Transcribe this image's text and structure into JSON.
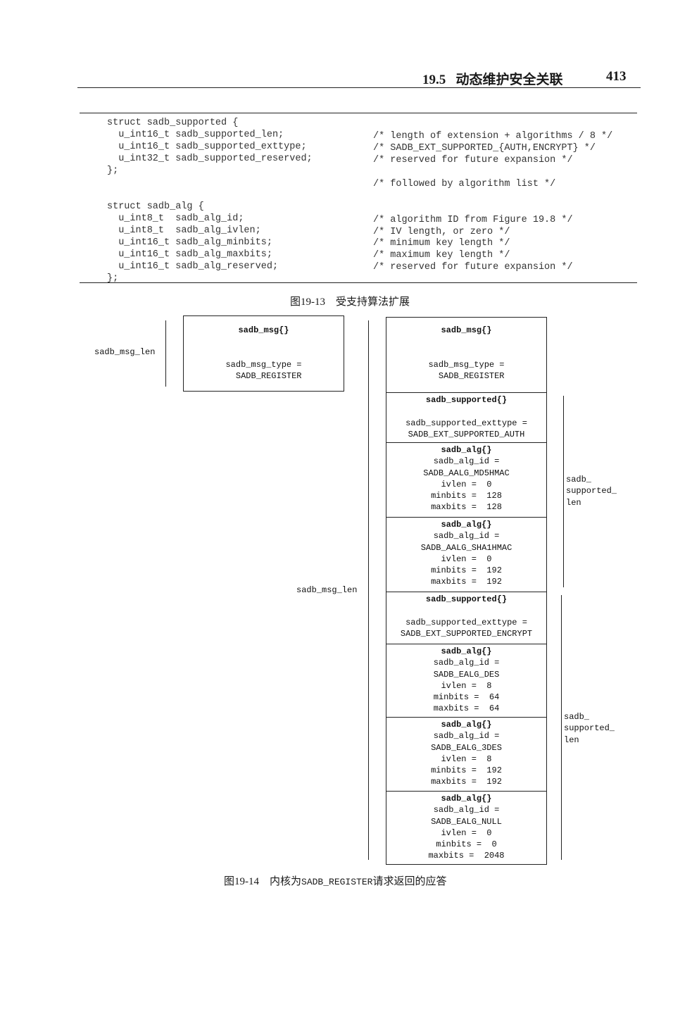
{
  "header": {
    "section": "19.5",
    "title": "动态维护安全关联",
    "page_number": "413"
  },
  "code": {
    "left": [
      "struct sadb_supported {",
      "  u_int16_t sadb_supported_len;",
      "  u_int16_t sadb_supported_exttype;",
      "  u_int32_t sadb_supported_reserved;",
      "};",
      "",
      "",
      "struct sadb_alg {",
      "  u_int8_t  sadb_alg_id;",
      "  u_int8_t  sadb_alg_ivlen;",
      "  u_int16_t sadb_alg_minbits;",
      "  u_int16_t sadb_alg_maxbits;",
      "  u_int16_t sadb_alg_reserved;",
      "};"
    ],
    "comments": [
      "",
      "/* length of extension + algorithms / 8 */",
      "/* SADB_EXT_SUPPORTED_{AUTH,ENCRYPT} */",
      "/* reserved for future expansion */",
      "",
      "/* followed by algorithm list */",
      "",
      "",
      "/* algorithm ID from Figure 19.8 */",
      "/* IV length, or zero */",
      "/* minimum key length */",
      "/* maximum key length */",
      "/* reserved for future expansion */",
      ""
    ]
  },
  "figure13_caption": {
    "number": "图19-13",
    "text": "受支持算法扩展"
  },
  "figure14": {
    "left_label": "sadb_msg_len",
    "left_box": {
      "title": "sadb_msg{}",
      "lines": [
        "",
        "",
        "sadb_msg_type =",
        "  SADB_REGISTER"
      ]
    },
    "right_label": "sadb_msg_len",
    "right_sections": [
      {
        "title": "sadb_msg{}",
        "lines": [
          "",
          "",
          "sadb_msg_type =",
          "  SADB_REGISTER"
        ]
      },
      {
        "title": "sadb_supported{}",
        "lines": [
          "",
          "sadb_supported_exttype =",
          "SADB_EXT_SUPPORTED_AUTH"
        ]
      },
      {
        "title": "sadb_alg{}",
        "lines": [
          "sadb_alg_id =",
          "SADB_AALG_MD5HMAC",
          "ivlen =  0",
          "minbits =  128",
          "maxbits =  128"
        ]
      },
      {
        "title": "sadb_alg{}",
        "lines": [
          "sadb_alg_id =",
          "SADB_AALG_SHA1HMAC",
          "ivlen =  0",
          "minbits =  192",
          "maxbits =  192"
        ]
      },
      {
        "title": "sadb_supported{}",
        "lines": [
          "",
          "sadb_supported_exttype =",
          "SADB_EXT_SUPPORTED_ENCRYPT"
        ]
      },
      {
        "title": "sadb_alg{}",
        "lines": [
          "sadb_alg_id =",
          "SADB_EALG_DES",
          "ivlen =  8",
          "minbits =  64",
          "maxbits =  64"
        ]
      },
      {
        "title": "sadb_alg{}",
        "lines": [
          "sadb_alg_id =",
          "SADB_EALG_3DES",
          "ivlen =  8",
          "minbits =  192",
          "maxbits =  192"
        ]
      },
      {
        "title": "sadb_alg{}",
        "lines": [
          "sadb_alg_id =",
          "SADB_EALG_NULL",
          "ivlen =  0",
          "minbits =  0",
          "maxbits =  2048"
        ]
      }
    ],
    "supported_len_label_1": "sadb_\nsupported_\nlen",
    "supported_len_label_2": "sadb_\nsupported_\nlen",
    "caption": {
      "number": "图19-14",
      "text_pre": "内核为",
      "text_code": "SADB_REGISTER",
      "text_post": "请求返回的应答"
    }
  }
}
